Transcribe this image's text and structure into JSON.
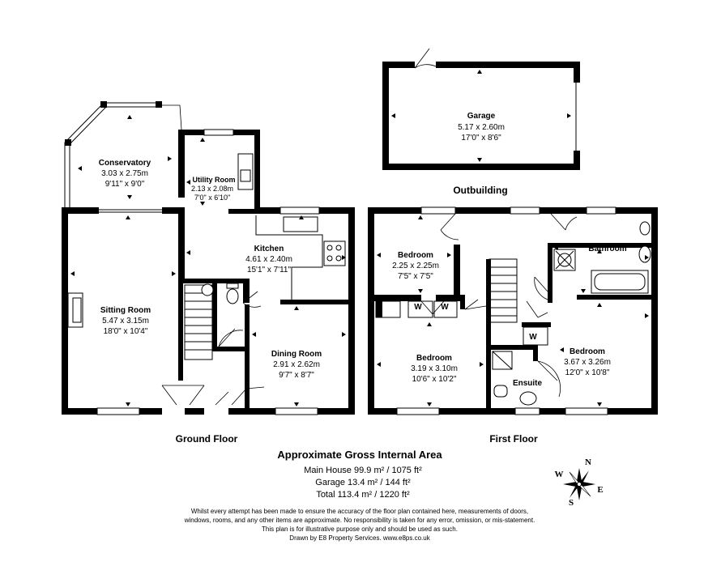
{
  "outbuilding": {
    "label": "Outbuilding",
    "garage": {
      "name": "Garage",
      "metric": "5.17 x 2.60m",
      "imperial": "17'0\" x 8'6\""
    }
  },
  "ground_floor": {
    "label": "Ground Floor",
    "rooms": {
      "conservatory": {
        "name": "Conservatory",
        "metric": "3.03 x 2.75m",
        "imperial": "9'11\" x 9'0\""
      },
      "utility": {
        "name": "Utility Room",
        "metric": "2.13 x 2.08m",
        "imperial": "7'0\" x 6'10\""
      },
      "kitchen": {
        "name": "Kitchen",
        "metric": "4.61 x 2.40m",
        "imperial": "15'1\" x 7'11\""
      },
      "sitting": {
        "name": "Sitting Room",
        "metric": "5.47 x 3.15m",
        "imperial": "18'0\" x 10'4\""
      },
      "dining": {
        "name": "Dining Room",
        "metric": "2.91 x 2.62m",
        "imperial": "9'7\" x 8'7\""
      }
    }
  },
  "first_floor": {
    "label": "First Floor",
    "rooms": {
      "bedroom_small": {
        "name": "Bedroom",
        "metric": "2.25 x 2.25m",
        "imperial": "7'5\" x 7'5\""
      },
      "bathroom": {
        "name": "Bathroom"
      },
      "bedroom_middle": {
        "name": "Bedroom",
        "metric": "3.19 x 3.10m",
        "imperial": "10'6\" x 10'2\""
      },
      "bedroom_right": {
        "name": "Bedroom",
        "metric": "3.67 x 3.26m",
        "imperial": "12'0\" x 10'8\""
      },
      "ensuite": {
        "name": "Ensuite"
      }
    },
    "wardrobes": [
      "W",
      "W",
      "W"
    ]
  },
  "area": {
    "title": "Approximate Gross Internal Area",
    "main_house": "Main House 99.9 m² / 1075 ft²",
    "garage": "Garage 13.4 m² / 144 ft²",
    "total": "Total 113.4 m² / 1220 ft²"
  },
  "disclaimer": [
    "Whilst every attempt has been made to ensure the accuracy of the floor plan contained here, measurements of doors,",
    "windows, rooms, and any other items are approximate. No responsibility is taken for any error, omission, or mis-statement.",
    "This plan is for illustrative purpose only and should be used as such.",
    "Drawn by E8 Property Services. www.e8ps.co.uk"
  ],
  "compass": {
    "n": "N",
    "e": "E",
    "s": "S",
    "w": "W"
  }
}
